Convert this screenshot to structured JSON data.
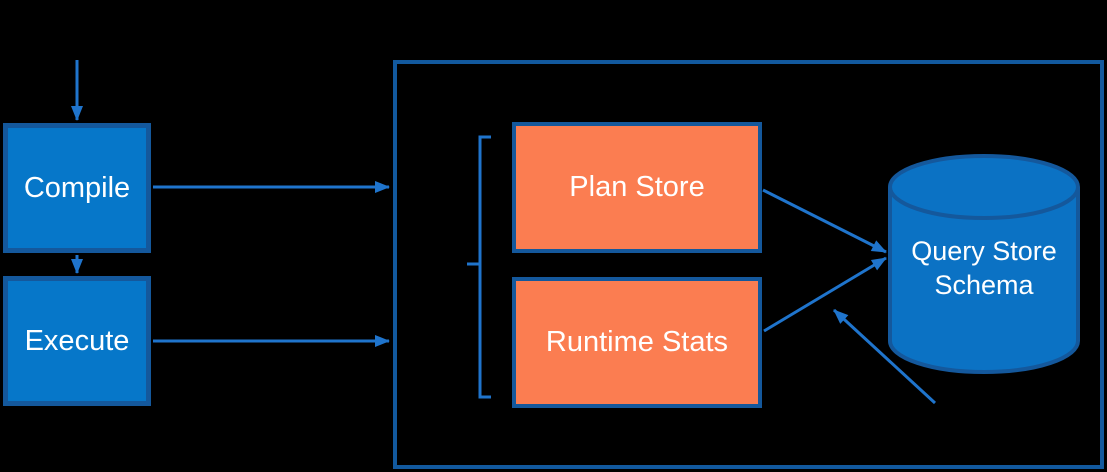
{
  "diagram": {
    "background_color": "#000000",
    "nodes": {
      "compile": {
        "label": "Compile",
        "shape": "rectangle"
      },
      "execute": {
        "label": "Execute",
        "shape": "rectangle"
      },
      "plan_store": {
        "label": "Plan Store",
        "shape": "rectangle"
      },
      "runtime_stats": {
        "label": "Runtime Stats",
        "shape": "rectangle"
      },
      "query_store_schema": {
        "label": "Query Store Schema",
        "label_line1": "Query Store",
        "label_line2": "Schema",
        "shape": "database-cylinder"
      },
      "query_store_container": {
        "label": "",
        "shape": "large-outlined-rectangle"
      }
    },
    "edges": [
      {
        "from": "top",
        "to": "compile",
        "type": "arrow"
      },
      {
        "from": "compile",
        "to": "execute",
        "type": "arrow"
      },
      {
        "from": "compile",
        "to": "query_store_container",
        "type": "arrow"
      },
      {
        "from": "execute",
        "to": "query_store_container",
        "type": "arrow"
      },
      {
        "from": "plan_store",
        "to": "query_store_schema",
        "type": "arrow"
      },
      {
        "from": "runtime_stats",
        "to": "query_store_schema",
        "type": "arrow"
      },
      {
        "from": "bottom-right",
        "to": "query_store_schema",
        "type": "arrow"
      }
    ],
    "grouping": {
      "bracket": "left bracket grouping Plan Store and Runtime Stats"
    }
  },
  "colors": {
    "background": "#000000",
    "node_fill_blue": "#0677C9",
    "node_border_blue": "#14589C",
    "node_fill_orange": "#FB7D51",
    "node_border_orange": "#14589C",
    "container_border": "#12599E",
    "cylinder_fill": "#0B72C4",
    "cylinder_border": "#14589C",
    "arrow": "#1F74CC",
    "text": "#FFFFFF"
  }
}
